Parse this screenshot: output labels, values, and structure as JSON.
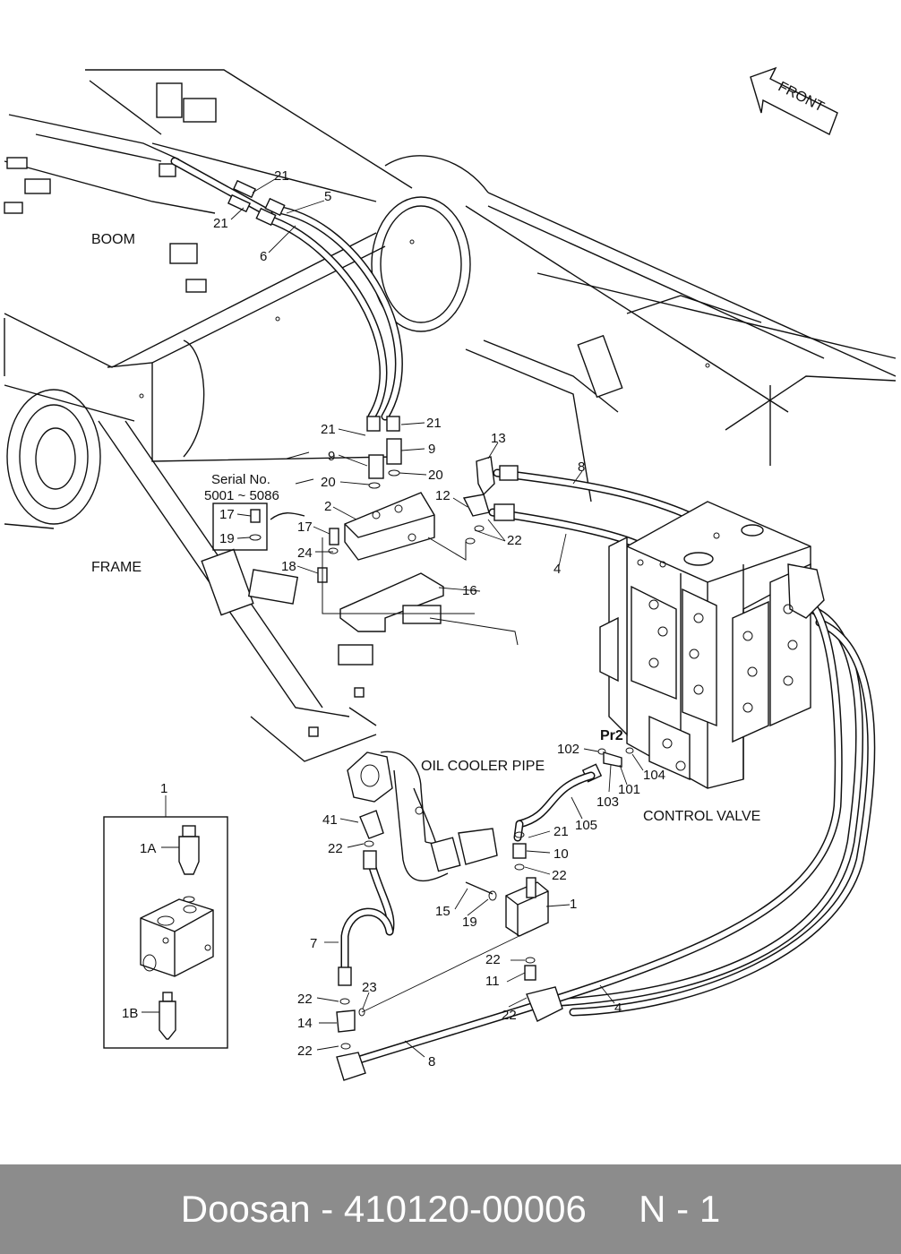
{
  "footer": {
    "text": "Doosan - 410120-00006     N - 1"
  },
  "labels": {
    "front": "FRONT",
    "boom": "BOOM",
    "frame": "FRAME",
    "serial_title": "Serial No.",
    "serial_range": "5001 ~ 5086",
    "oil_cooler_pipe": "OIL COOLER PIPE",
    "control_valve": "CONTROL VALVE",
    "pr2": "Pr2"
  },
  "callouts": {
    "c21a": "21",
    "c21b": "21",
    "c5": "5",
    "c6": "6",
    "c21c": "21",
    "c21d": "21",
    "c9a": "9",
    "c9b": "9",
    "c20a": "20",
    "c20b": "20",
    "c2": "2",
    "c13": "13",
    "c12": "12",
    "c22a": "22",
    "c8a": "8",
    "c4a": "4",
    "c17a": "17",
    "c19a": "19",
    "c17b": "17",
    "c24": "24",
    "c18": "18",
    "c16": "16",
    "c1top": "1",
    "c1a": "1A",
    "c1b": "1B",
    "c102": "102",
    "c103": "103",
    "c101": "101",
    "c104": "104",
    "c105": "105",
    "c41": "41",
    "c22b": "22",
    "c21e": "21",
    "c10": "10",
    "c22c": "22",
    "c15": "15",
    "c19b": "19",
    "c1r": "1",
    "c7": "7",
    "c22d": "22",
    "c11": "11",
    "c22e": "22",
    "c23": "23",
    "c22f": "22",
    "c14": "14",
    "c22g": "22",
    "c8b": "8",
    "c4b": "4"
  }
}
